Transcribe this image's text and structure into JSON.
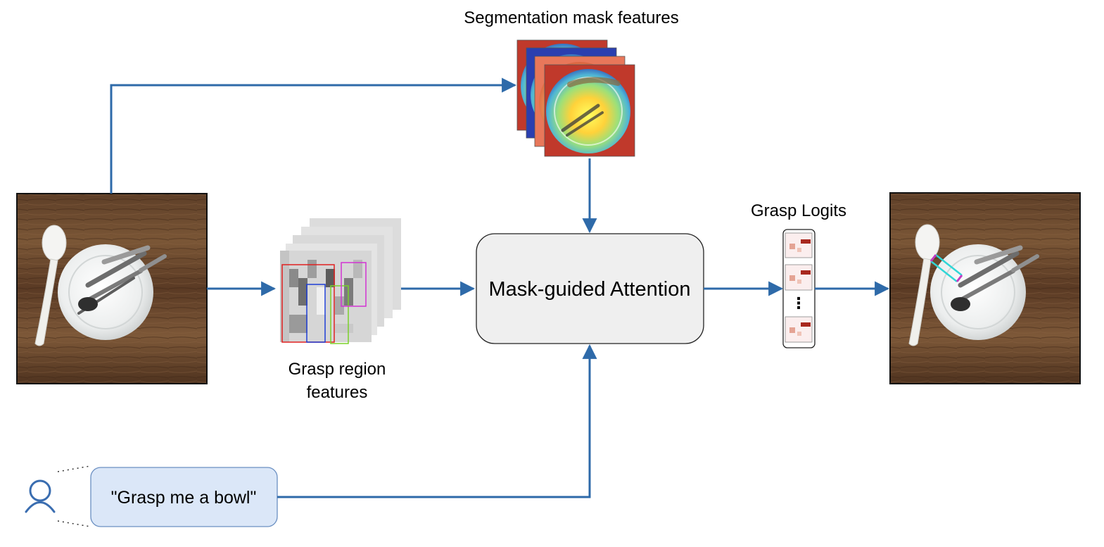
{
  "labels": {
    "segmentation": "Segmentation mask features",
    "grasp_region_line1": "Grasp region",
    "grasp_region_line2": "features",
    "attention": "Mask-guided Attention",
    "grasp_logits": "Grasp Logits",
    "logits_ellipsis": "⋮",
    "prompt": "\"Grasp me a bowl\""
  },
  "icons": {
    "user": "user-icon",
    "input_image": "table-setting-photo",
    "output_image": "table-setting-grasp-photo"
  },
  "colors": {
    "arrow": "#2e6aa9",
    "attention_fill": "#efefef",
    "prompt_fill": "#dbe7f8",
    "prompt_stroke": "#6a8fc2",
    "user_icon": "#3a6db0"
  }
}
